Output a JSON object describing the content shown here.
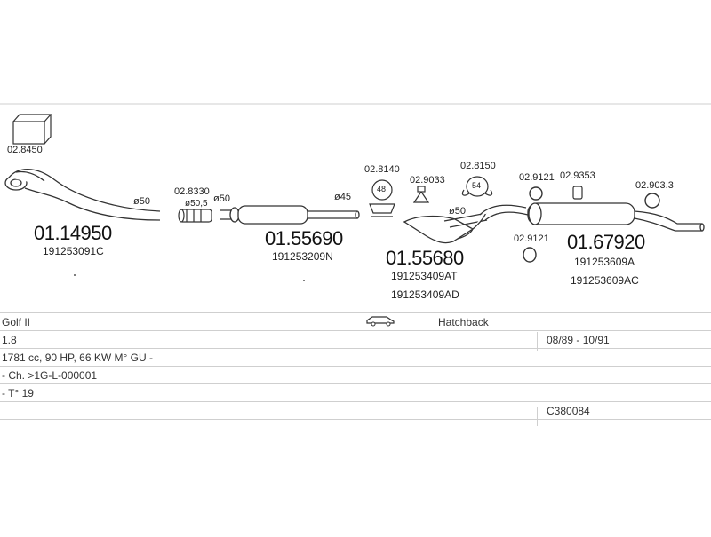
{
  "parts": {
    "cat_bracket_code": "02.8450",
    "front_pipe_code": "01.14950",
    "front_pipe_oe": "191253091C",
    "front_pipe_dia": "ø50",
    "clamp_code": "02.8330",
    "clamp_dia": "ø50,5",
    "mid_dia_left": "ø50",
    "mid_silencer_code": "01.55690",
    "mid_silencer_oe": "191253209N",
    "mid_dia_right": "ø45",
    "mount_a_code": "02.8140",
    "mount_a_num": "48",
    "mount_b_code": "02.9033",
    "mount_c_code": "02.8150",
    "mount_c_num": "54",
    "center_dia": "ø50",
    "center_silencer_code": "01.55680",
    "center_silencer_oe1": "191253409AT",
    "center_silencer_oe2": "191253409AD",
    "ring_a_code": "02.9121",
    "ring_b_code": "02.9353",
    "ring_c_code": "02.903.3",
    "ring_d_code": "02.9121",
    "rear_silencer_code": "01.67920",
    "rear_silencer_oe1": "191253609A",
    "rear_silencer_oe2": "191253609AC"
  },
  "vehicle": {
    "model": "Golf II",
    "body": "Hatchback",
    "body_icon": "hatchback-car-icon",
    "engine": "1.8",
    "years": "08/89 - 10/91",
    "spec": "1781 cc, 90 HP, 66 KW M° GU -",
    "chassis": "- Ch. >1G-L-000001",
    "type": "- T° 19",
    "set_code": "C380084"
  }
}
